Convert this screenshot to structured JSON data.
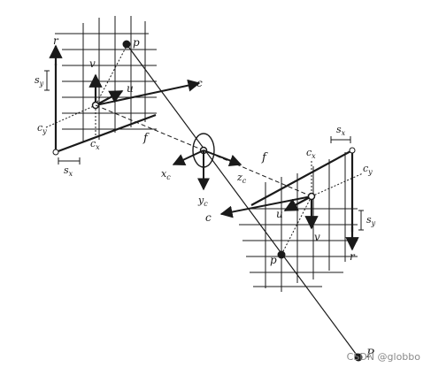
{
  "labels": {
    "left_r": "r",
    "left_p": "p",
    "left_v": "v",
    "left_u": "u",
    "left_c": "c",
    "left_sy": "s",
    "left_sy_sub": "y",
    "left_cy": "c",
    "left_cy_sub": "y",
    "left_cx": "c",
    "left_cx_sub": "x",
    "left_sx": "s",
    "left_sx_sub": "x",
    "f_left": "f",
    "f_right": "f",
    "xc": "x",
    "xc_sub": "c",
    "yc": "y",
    "yc_sub": "c",
    "zc": "z",
    "zc_sub": "c",
    "c_mid": "c",
    "right_sx": "s",
    "right_sx_sub": "x",
    "right_cx": "c",
    "right_cx_sub": "x",
    "right_cy": "c",
    "right_cy_sub": "y",
    "right_u": "u",
    "right_v": "v",
    "right_sy": "s",
    "right_sy_sub": "y",
    "right_p": "p",
    "right_r": "r",
    "bottom_P": "P"
  },
  "watermark": "CSDN @globbo",
  "colors": {
    "ink": "#1a1a1a",
    "watermark": "#8a8a8a",
    "background": "#ffffff"
  }
}
